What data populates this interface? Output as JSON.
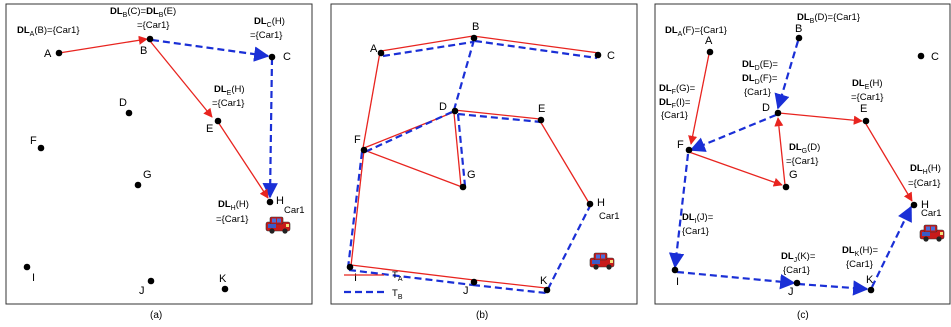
{
  "panels": [
    {
      "caption": "(a)"
    },
    {
      "caption": "(b)"
    },
    {
      "caption": "(c)"
    }
  ],
  "car_label": "Car1",
  "nodes": {
    "a": [
      {
        "id": "A",
        "label": "A"
      },
      {
        "id": "B",
        "label": "B"
      },
      {
        "id": "C",
        "label": "C"
      },
      {
        "id": "D",
        "label": "D"
      },
      {
        "id": "E",
        "label": "E"
      },
      {
        "id": "F",
        "label": "F"
      },
      {
        "id": "G",
        "label": "G"
      },
      {
        "id": "H",
        "label": "H"
      },
      {
        "id": "I",
        "label": "I"
      },
      {
        "id": "J",
        "label": "J"
      },
      {
        "id": "K",
        "label": "K"
      }
    ],
    "b": [
      {
        "id": "A",
        "label": "A"
      },
      {
        "id": "B",
        "label": "B"
      },
      {
        "id": "C",
        "label": "C"
      },
      {
        "id": "D",
        "label": "D"
      },
      {
        "id": "E",
        "label": "E"
      },
      {
        "id": "F",
        "label": "F"
      },
      {
        "id": "G",
        "label": "G"
      },
      {
        "id": "H",
        "label": "H"
      },
      {
        "id": "I",
        "label": "I"
      },
      {
        "id": "J",
        "label": "J"
      },
      {
        "id": "K",
        "label": "K"
      }
    ],
    "c": [
      {
        "id": "A",
        "label": "A"
      },
      {
        "id": "B",
        "label": "B"
      },
      {
        "id": "C",
        "label": "C"
      },
      {
        "id": "D",
        "label": "D"
      },
      {
        "id": "E",
        "label": "E"
      },
      {
        "id": "F",
        "label": "F"
      },
      {
        "id": "G",
        "label": "G"
      },
      {
        "id": "H",
        "label": "H"
      },
      {
        "id": "I",
        "label": "I"
      },
      {
        "id": "J",
        "label": "J"
      },
      {
        "id": "K",
        "label": "K"
      }
    ]
  },
  "legend": {
    "ta_main": "T",
    "ta_sub": "A",
    "tb_main": "T",
    "tb_sub": "B"
  },
  "annotations_a": {
    "dla_b": "={Car1}",
    "dlb_c_eq": "(C)=",
    "dlb_e": "(E)",
    "dlb_val": "={Car1}",
    "dlc_h": "(H)",
    "dlc_val": "={Car1}",
    "dle_h": "(H)",
    "dle_val": "={Car1}",
    "dlh_h": "(H)",
    "dlh_val": "={Car1}"
  },
  "annotations_c": {
    "dla_f": "(F)={Car1}",
    "dlb_d": "(D)={Car1}",
    "dld_e": "(E)=",
    "dld_f": "(F)=",
    "dld_val": "{Car1}",
    "dlf_g": "(G)=",
    "dlf_i": "(I)=",
    "dlf_val": "{Car1}",
    "dle_h": "(H)",
    "dle_val": "={Car1}",
    "dlg_d": "(D)",
    "dlg_val": "={Car1}",
    "dlh_h": "(H)",
    "dlh_val": "={Car1}",
    "dli_j": "(J)=",
    "dli_val": "{Car1}",
    "dlj_k": "(K)=",
    "dlj_val": "{Car1}",
    "dlk_h": "(H)=",
    "dlk_val": "{Car1}"
  },
  "colors": {
    "red": "#e8241f",
    "blue": "#1a2fd6",
    "border": "#333333",
    "node": "#000000"
  }
}
